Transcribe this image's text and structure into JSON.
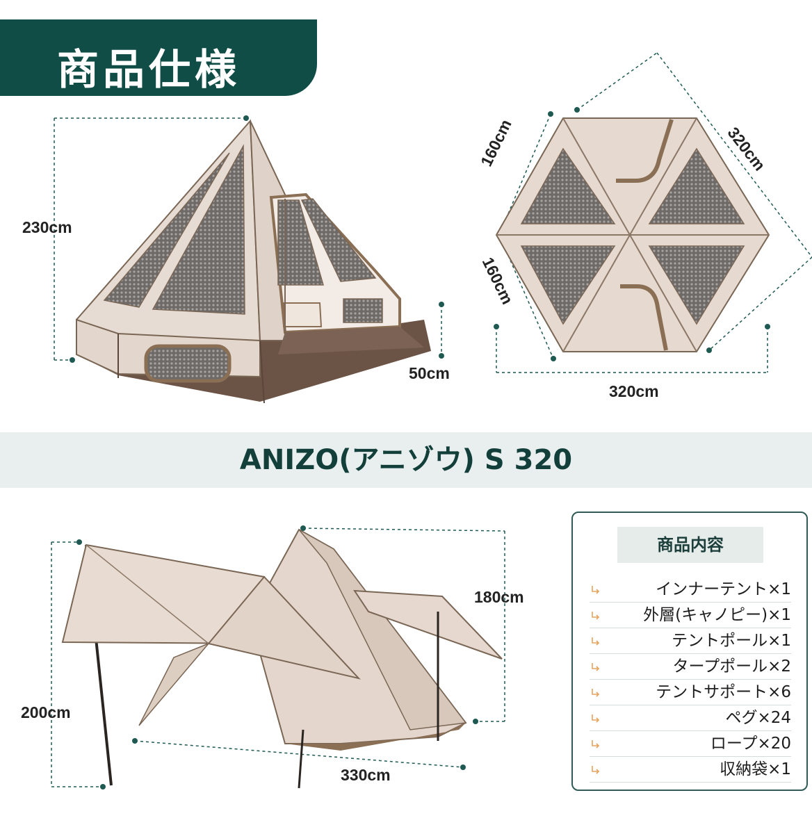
{
  "header": {
    "title": "商品仕様"
  },
  "diagrams": {
    "tent_side": {
      "height": "230cm",
      "wall": "50cm"
    },
    "tent_top": {
      "side_upper": "160cm",
      "side_lower": "160cm",
      "diagonal": "320cm",
      "width": "320cm"
    },
    "tarp_setup": {
      "pole_height": "200cm",
      "peak_height": "180cm",
      "length": "330cm"
    }
  },
  "model": {
    "name": "ANIZO(アニゾウ) S 320"
  },
  "contents": {
    "title": "商品内容",
    "items": [
      "インナーテント×1",
      "外層(キャノピー)×1",
      "テントポール×1",
      "タープポール×2",
      "テントサポート×6",
      "ペグ×24",
      "ロープ×20",
      "収納袋×1"
    ]
  },
  "colors": {
    "brand": "#0f4d46",
    "canvas": "#e6d9cf",
    "mesh": "#6e6a68",
    "trim": "#8a6f55",
    "floor": "#6b5446"
  }
}
